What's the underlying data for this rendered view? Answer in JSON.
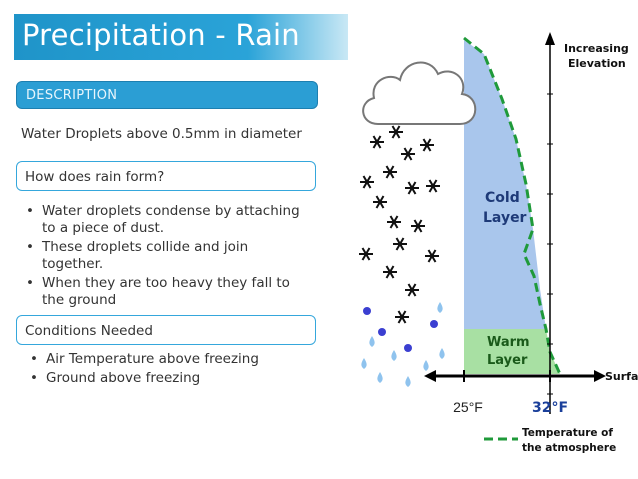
{
  "slide": {
    "title": "Precipitation - Rain",
    "description_header": "DESCRIPTION",
    "description_text": "Water Droplets above 0.5mm in diameter",
    "how_header": "How does rain form?",
    "how_bullets": [
      "Water droplets condense by attaching to a piece of dust.",
      "These droplets collide and join together.",
      "When they are too heavy they fall to the ground"
    ],
    "conditions_header": "Conditions Needed",
    "conditions_bullets": [
      "Air Temperature above freezing",
      "Ground above freezing"
    ]
  },
  "diagram": {
    "axis_label_line1": "Increasing",
    "axis_label_line2": "Elevation",
    "cold_line1": "Cold",
    "cold_line2": "Layer",
    "warm_line1": "Warm",
    "warm_line2": "Layer",
    "surface_label": "Surface",
    "tick_25": "25°F",
    "tick_32": "32°F",
    "legend_line1": "Temperature of",
    "legend_line2": "the atmosphere",
    "colors": {
      "cold": "#a9c6ec",
      "warm": "#a8e0a3",
      "temp_line": "#1f9a3a",
      "axis": "#000000",
      "snow": "#111111",
      "drop": "#8fc3ee",
      "dot": "#3b3fd1"
    }
  }
}
